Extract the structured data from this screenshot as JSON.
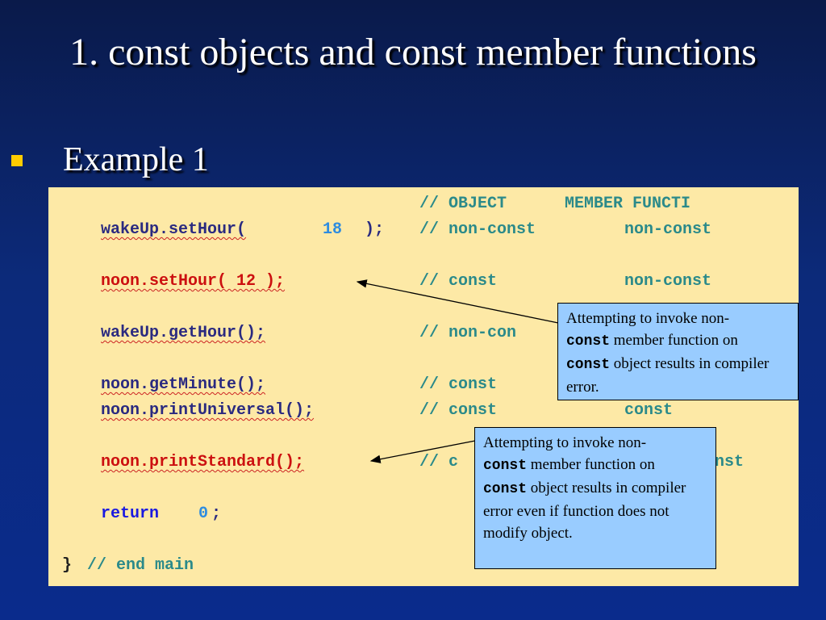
{
  "title": "1. const objects and const member functions",
  "bullet": "Example 1",
  "code": {
    "header_comment": "// OBJECT      MEMBER FUNCTI",
    "lines": [
      {
        "stmt": "wakeUp.setHour(",
        "arg": "18",
        "end": ");",
        "c1": "// non-const",
        "c2": "non-const"
      },
      {
        "stmt": "noon.setHour( 12 );",
        "c1": "// const",
        "c2": "non-const"
      },
      {
        "stmt": "wakeUp.getHour();",
        "c1": "// non-con",
        "c2": ""
      },
      {
        "stmt": "noon.getMinute();",
        "c1": "// const",
        "c2": ""
      },
      {
        "stmt": "noon.printUniversal();",
        "c1": "// const",
        "c2": "const"
      },
      {
        "stmt": "noon.printStandard();",
        "c1": "// c",
        "c2": "nst"
      },
      {
        "stmt": "return",
        "arg": "0",
        "end": ";"
      },
      {
        "stmt": "}",
        "c1": "// end main"
      }
    ]
  },
  "callouts": [
    {
      "pre": "Attempting to invoke non-",
      "kw1": "const",
      "mid": " member function on",
      "kw2": "const",
      "post": " object results in compiler error."
    },
    {
      "pre": "Attempting to invoke non-",
      "kw1": "const",
      "mid": " member function on",
      "kw2": "const",
      "post": " object results in compiler error even if function does not modify object."
    }
  ],
  "colors": {
    "bullet": "#ffcc00",
    "code_bg": "#fde9a6",
    "callout_bg": "#99ccff",
    "error_red": "#cc1010",
    "comment_green": "#2b8a8a"
  }
}
